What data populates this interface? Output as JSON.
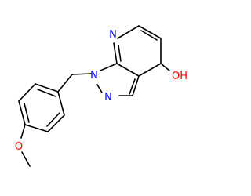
{
  "molecule": {
    "atom_labels": {
      "pyridine_n": "N",
      "n1": "N",
      "n2": "N",
      "hydroxyl": "OH",
      "methoxy_o": "O"
    },
    "colors": {
      "nitrogen": "#0000ff",
      "oxygen": "#ff0000",
      "bond": "#000000",
      "background": "#ffffff"
    }
  }
}
